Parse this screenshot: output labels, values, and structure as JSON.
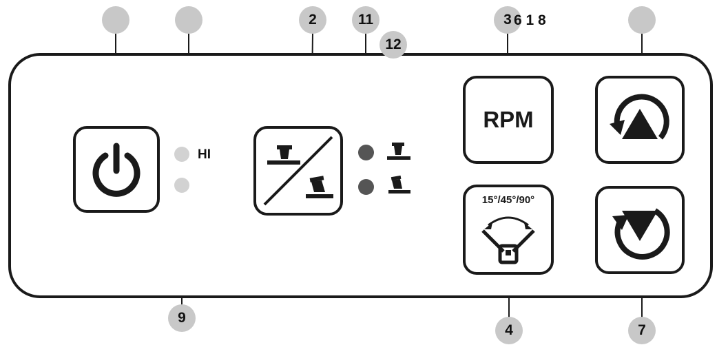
{
  "panel": {
    "power_button": {
      "icon": "power-icon"
    },
    "hi_label": "HI",
    "mode_button": {
      "icon": "roller-mode-toggle-icon"
    },
    "rpm_button": {
      "label": "RPM"
    },
    "angle_button": {
      "label": "15°/45°/90°",
      "icon": "angle-sweep-icon"
    },
    "up_button": {
      "icon": "rotate-up-arrow-icon"
    },
    "down_button": {
      "icon": "rotate-down-arrow-icon"
    }
  },
  "callouts": {
    "power": "",
    "hi_led": "",
    "mode": "2",
    "led_upper": "11",
    "led_lower": "12",
    "rpm_badge": "3",
    "rpm_text": "6 1 8",
    "up": "",
    "lower_led": "9",
    "angle": "4",
    "down": "7"
  },
  "colors": {
    "outline": "#1a1a1a",
    "callout_fill": "#c8c8c8",
    "led_off": "#d2d2d2",
    "led_dark": "#555555"
  }
}
